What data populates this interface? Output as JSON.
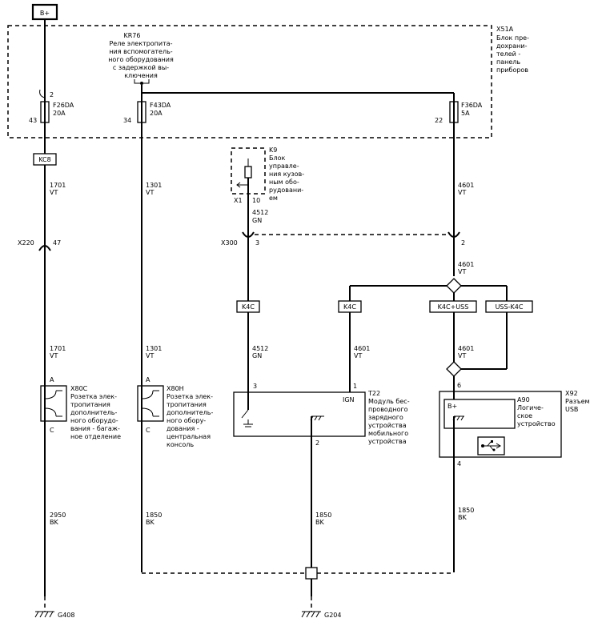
{
  "power": {
    "bplus": "B+"
  },
  "fuse_block": {
    "id": "X51A",
    "name": [
      "Блок пре-",
      "дохрани-",
      "телей -",
      "панель",
      "приборов"
    ],
    "fuses": [
      {
        "pin_top": "2",
        "name": "F26DA",
        "rating": "20A",
        "pin": "43"
      },
      {
        "name": "F43DA",
        "rating": "20A",
        "pin": "34"
      },
      {
        "name": "F36DA",
        "rating": "5A",
        "pin": "22"
      }
    ]
  },
  "relay": {
    "id": "KR76",
    "name": [
      "Реле электропита-",
      "ния вспомогатель-",
      "ного оборудования",
      "с задержкой вы-",
      "ключения"
    ]
  },
  "module_k9": {
    "id": "K9",
    "name": [
      "Блок",
      "управле-",
      "ния кузов-",
      "ным обо-",
      "рудовани-",
      "ем"
    ],
    "connector": "X1",
    "pin": "10"
  },
  "wires": [
    {
      "num": "1701",
      "color": "VT"
    },
    {
      "num": "1301",
      "color": "VT"
    },
    {
      "num": "4601",
      "color": "VT"
    },
    {
      "num": "4512",
      "color": "GN"
    },
    {
      "num": "4601",
      "color": "VT"
    },
    {
      "num": "1701",
      "color": "VT"
    },
    {
      "num": "1301",
      "color": "VT"
    },
    {
      "num": "4512",
      "color": "GN"
    },
    {
      "num": "4601",
      "color": "VT"
    },
    {
      "num": "4601",
      "color": "VT"
    },
    {
      "num": "2950",
      "color": "BK"
    },
    {
      "num": "1850",
      "color": "BK"
    },
    {
      "num": "1850",
      "color": "BK"
    },
    {
      "num": "1850",
      "color": "BK"
    }
  ],
  "kc8": "KC8",
  "x220": {
    "id": "X220",
    "pin": "47"
  },
  "x300": {
    "id": "X300",
    "pin_left": "3",
    "pin_right": "2"
  },
  "options": [
    "K4C",
    "K4C",
    "K4C+USS",
    "USS-K4C"
  ],
  "socket_x80c": {
    "id": "X80C",
    "pin_a": "A",
    "pin_c": "C",
    "name": [
      "Розетка элек-",
      "тропитания",
      "дополнитель-",
      "ного оборудо-",
      "вания - багаж-",
      "ное отделение"
    ]
  },
  "socket_x80h": {
    "id": "X80H",
    "pin_a": "A",
    "pin_c": "C",
    "name": [
      "Розетка элек-",
      "тропитания",
      "дополнитель-",
      "ного обору-",
      "дования -",
      "центральная",
      "консоль"
    ]
  },
  "charger_t22": {
    "id": "T22",
    "name": [
      "Модуль бес-",
      "проводного",
      "зарядного",
      "устройства",
      "мобильного",
      "устройства"
    ],
    "pin_left": "3",
    "pin_top": "1",
    "pin_bottom": "2",
    "ign": "IGN"
  },
  "usb_x92": {
    "id": "X92",
    "name": [
      "Разъем",
      "USB"
    ],
    "pin_top": "6",
    "pin_bottom": "4"
  },
  "usb_a90": {
    "id": "A90",
    "name": [
      "Логиче-",
      "ское",
      "устройство"
    ],
    "bplus": "B+"
  },
  "grounds": [
    "G408",
    "G204"
  ]
}
